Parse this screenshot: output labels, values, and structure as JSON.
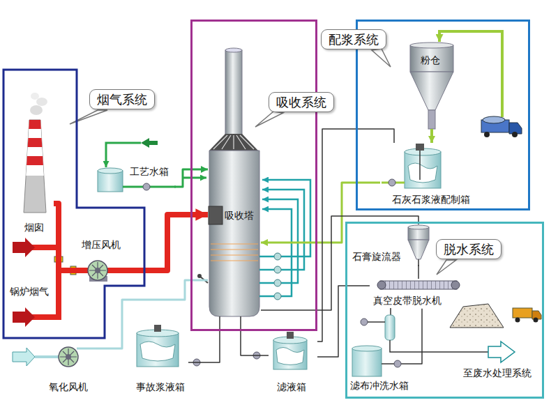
{
  "diagram": {
    "nodes": [
      {
        "text": [
          "烟气系统"
        ]
      },
      {
        "text": [
          "烟囱"
        ],
        "in": 0
      },
      {
        "text": [
          "增压风机"
        ],
        "in": 0
      },
      {
        "text": [
          "吸收系统"
        ]
      },
      {
        "text": [
          "吸收塔"
        ],
        "in": 3
      },
      {
        "text": [
          "配浆系统"
        ]
      },
      {
        "text": [
          "粉仓"
        ],
        "in": 5
      },
      {
        "text": [
          "石灰石浆液配制箱"
        ],
        "in": 5
      },
      {
        "text": [
          "工艺水箱"
        ]
      },
      {
        "text": [
          "脱水系统"
        ]
      },
      {
        "text": [
          "石膏旋流器"
        ],
        "in": 9
      },
      {
        "text": [
          "真空皮带脱水机"
        ],
        "in": 9
      },
      {
        "text": [
          "滤布冲洗水箱"
        ],
        "in": 9
      },
      {
        "text": [
          "氧化风机"
        ]
      },
      {
        "text": [
          "事故浆液箱"
        ]
      },
      {
        "text": [
          "滤液箱"
        ]
      }
    ],
    "edges": [
      {
        "from": 2,
        "to": 4,
        "arrow": "to"
      },
      {
        "from": 1,
        "to": 2,
        "arrow": "none"
      },
      {
        "from": 8,
        "to": 4,
        "arrow": "to"
      },
      {
        "from": 6,
        "to": 7,
        "arrow": "to"
      },
      {
        "from": 7,
        "to": 4,
        "arrow": "to"
      },
      {
        "from": 15,
        "to": 7,
        "arrow": "none"
      },
      {
        "from": 4,
        "to": 10,
        "arrow": "none"
      },
      {
        "from": 10,
        "to": 11,
        "arrow": "none"
      },
      {
        "from": 11,
        "to": 15,
        "arrow": "none"
      },
      {
        "from": 12,
        "to": 11,
        "arrow": "none"
      },
      {
        "from": 13,
        "to": 4,
        "arrow": "none"
      },
      {
        "from": 14,
        "to": 4,
        "arrow": "none"
      },
      {
        "from": 15,
        "to": 4,
        "arrow": "none"
      }
    ],
    "labels": [
      "锅炉烟气",
      "至废水处理系统"
    ]
  }
}
